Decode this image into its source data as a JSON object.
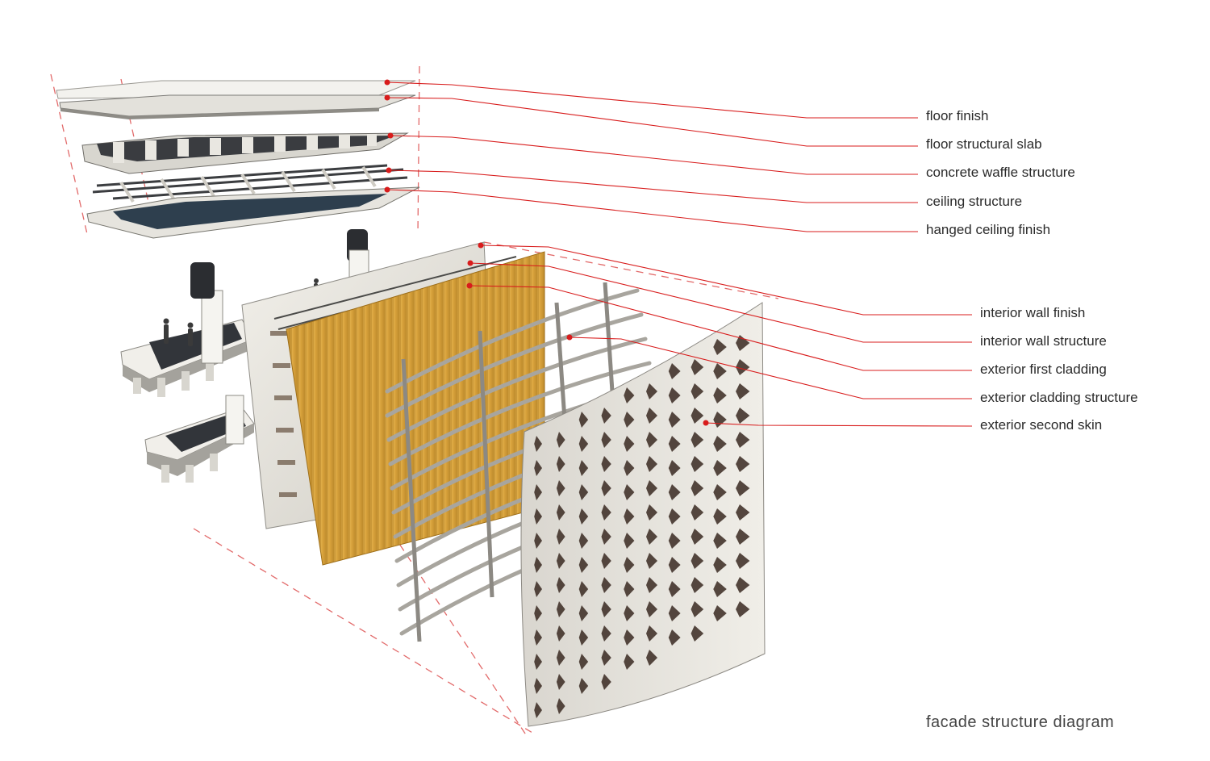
{
  "labels": {
    "floor_finish": "floor finish",
    "floor_structural_slab": "floor structural slab",
    "concrete_waffle_structure": "concrete waffle structure",
    "ceiling_structure": "ceiling structure",
    "hanged_ceiling_finish": "hanged ceiling finish",
    "interior_wall_finish": "interior wall finish",
    "interior_wall_structure": "interior wall structure",
    "exterior_first_cladding": "exterior first cladding",
    "exterior_cladding_structure": "exterior cladding structure",
    "exterior_second_skin": "exterior second skin"
  },
  "caption": "facade structure diagram",
  "colors": {
    "leader": "#d81c1c",
    "dashed_guide": "#e26a6a",
    "concrete": "#e8e6e1",
    "concrete_shadow": "#9c9a94",
    "dark": "#2d2f33",
    "gold": "#d8a338",
    "gold_dark": "#a97618",
    "blue_ceiling": "#2e3f4e",
    "steel": "#b9b7b1"
  }
}
